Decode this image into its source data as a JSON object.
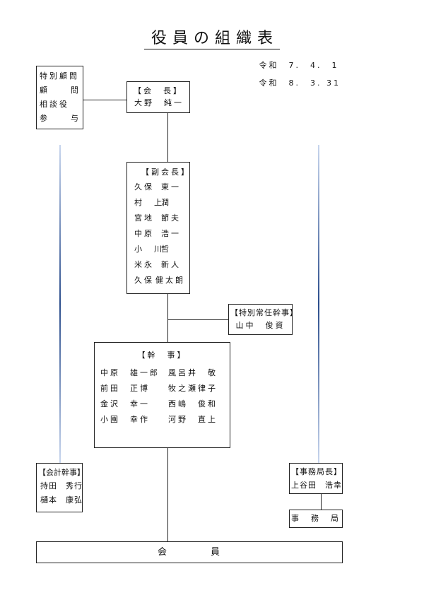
{
  "title": "役員の組織表",
  "dates": [
    "令和　7.　4.　1",
    "令和　8.　3. 31"
  ],
  "advisors": {
    "rows": [
      [
        "特別顧問",
        ""
      ],
      [
        "顧",
        "問"
      ],
      [
        "相談役",
        ""
      ],
      [
        "参",
        "与"
      ]
    ]
  },
  "president": {
    "heading": "【会　長】",
    "name": "大野　純一"
  },
  "vice_presidents": {
    "heading": "【副会長】",
    "names": [
      [
        "久保",
        "東一"
      ],
      [
        "村　上",
        "潤"
      ],
      [
        "宮地",
        "節夫"
      ],
      [
        "中原",
        "浩一"
      ],
      [
        "小　川",
        "哲"
      ],
      [
        "米永",
        "新人"
      ],
      [
        "久保",
        "健太朗"
      ]
    ]
  },
  "special_secretary": {
    "heading": "【特別常任幹事】",
    "name": "山中　俊資"
  },
  "secretaries": {
    "heading": "【幹　事】",
    "rows": [
      [
        "中原　雄一郎",
        "風呂井　敬"
      ],
      [
        "前田　正博",
        "牧之瀬律子"
      ],
      [
        "金沢　幸一",
        "西嶋　俊和"
      ],
      [
        "小園　幸作",
        "河野　直上"
      ]
    ]
  },
  "accounting": {
    "heading": "【会計幹事】",
    "names": [
      "持田　秀行",
      "樋本　康弘"
    ]
  },
  "secretary_general": {
    "heading": "【事務局長】",
    "name": "上谷田　浩幸"
  },
  "office": {
    "label": "事　務　局"
  },
  "members": {
    "label": "会　　　　員"
  }
}
